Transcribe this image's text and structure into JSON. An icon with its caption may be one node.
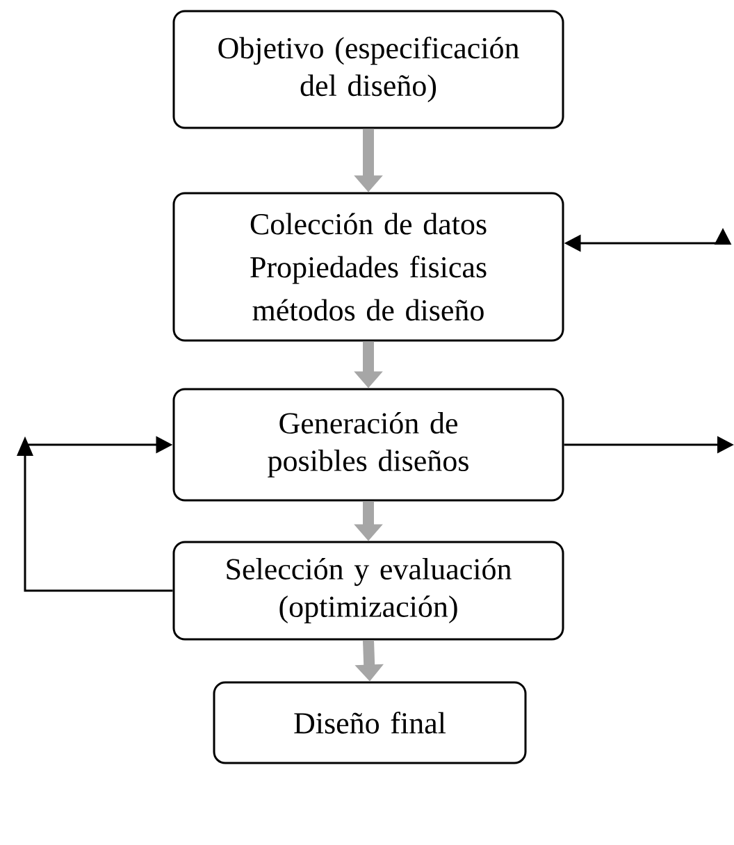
{
  "diagram": {
    "nodes": [
      {
        "text": [
          "Objetivo (especificación del diseño)"
        ]
      },
      {
        "text": [
          "Colección de datos",
          "Propiedades fisicas",
          "métodos de diseño"
        ]
      },
      {
        "text": [
          "Generación de posibles diseños"
        ]
      },
      {
        "text": [
          "Selección y evaluación (optimización)"
        ]
      },
      {
        "text": [
          "Diseño final"
        ]
      }
    ],
    "edges": [
      {
        "from": 0,
        "to": 1,
        "arrow": "to"
      },
      {
        "from": 1,
        "to": 2,
        "arrow": "to"
      },
      {
        "from": 2,
        "to": 3,
        "arrow": "to"
      },
      {
        "from": 3,
        "to": 4,
        "arrow": "to"
      },
      {
        "from": 3,
        "to": 2,
        "arrow": "to",
        "color": "#000000"
      },
      {
        "from": 2,
        "to": null,
        "arrow": "to",
        "color": "#000000"
      },
      {
        "from": null,
        "to": 1,
        "arrow": "both",
        "color": "#000000"
      }
    ]
  }
}
